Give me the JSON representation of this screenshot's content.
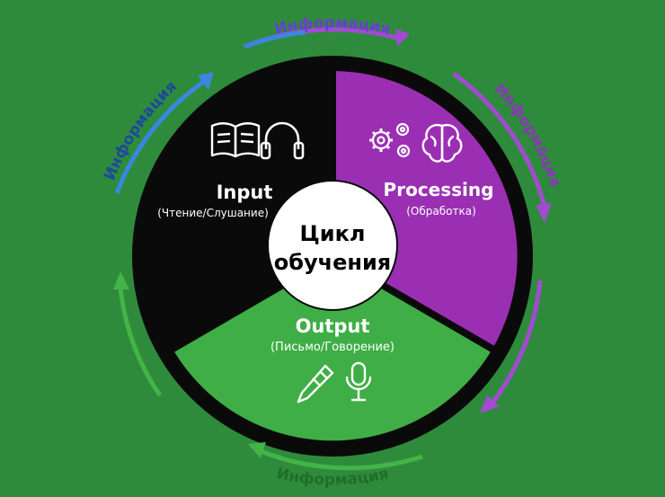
{
  "center": {
    "line1": "Цикл",
    "line2": "обучения"
  },
  "segments": {
    "input": {
      "title": "Input",
      "subtitle": "(Чтение/Слушание)",
      "color": "#2f82dd",
      "icons": [
        "book-icon",
        "headphones-icon"
      ]
    },
    "processing": {
      "title": "Processing",
      "subtitle": "(Обработка)",
      "color": "#9b2fb3",
      "icons": [
        "gears-icon",
        "brain-icon"
      ]
    },
    "output": {
      "title": "Output",
      "subtitle": "(Письмо/Говорение)",
      "color": "#3fae46",
      "icons": [
        "pen-icon",
        "microphone-icon"
      ]
    }
  },
  "arrows": {
    "top": {
      "label": "Информация",
      "color": "#a24bd0"
    },
    "right": {
      "label": "Информация",
      "color": "#a24bd0"
    },
    "bottom": {
      "label": "Информация",
      "color": "#43b548"
    },
    "left": {
      "label": "Информация",
      "color": "#3a86e0"
    }
  },
  "colors": {
    "background": "#2e8b3c",
    "ring": "#0a0a0a",
    "center": "#ffffff"
  }
}
